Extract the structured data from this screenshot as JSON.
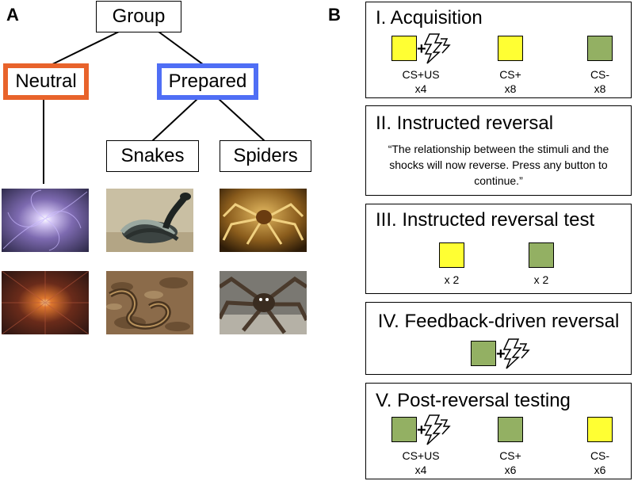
{
  "panel_a": {
    "letter": "A",
    "nodes": {
      "group": "Group",
      "neutral": "Neutral",
      "prepared": "Prepared",
      "snakes": "Snakes",
      "spiders": "Spiders"
    },
    "colors": {
      "neutral_border": "#e8632b",
      "prepared_border": "#4f6ef5"
    },
    "images": [
      "fractal-spiral",
      "fractal-burst",
      "snake-coiled",
      "snake-on-leaves",
      "spider-gold",
      "spider-brown"
    ]
  },
  "panel_b": {
    "letter": "B",
    "phases": [
      {
        "title": "I. Acquisition",
        "items": [
          {
            "stimulus": "yellow",
            "shock": true,
            "label1": "CS+US",
            "label2": "x4"
          },
          {
            "stimulus": "yellow",
            "shock": false,
            "label1": "CS+",
            "label2": "x8"
          },
          {
            "stimulus": "green",
            "shock": false,
            "label1": "CS-",
            "label2": "x8"
          }
        ]
      },
      {
        "title": "II. Instructed reversal",
        "quote": "“The relationship between the stimuli and the shocks will now reverse. Press any button to continue.”"
      },
      {
        "title": "III. Instructed reversal test",
        "items": [
          {
            "stimulus": "yellow",
            "label": "x 2"
          },
          {
            "stimulus": "green",
            "label": "x 2"
          }
        ]
      },
      {
        "title": "IV. Feedback-driven reversal",
        "items": [
          {
            "stimulus": "green",
            "shock": true
          }
        ]
      },
      {
        "title": "V. Post-reversal testing",
        "items": [
          {
            "stimulus": "green",
            "shock": true,
            "label1": "CS+US",
            "label2": "x4"
          },
          {
            "stimulus": "green",
            "shock": false,
            "label1": "CS+",
            "label2": "x6"
          },
          {
            "stimulus": "yellow",
            "shock": false,
            "label1": "CS-",
            "label2": "x6"
          }
        ]
      }
    ],
    "colors": {
      "cs_yellow": "#ffff33",
      "cs_green": "#93b063"
    },
    "plus_sign": "+"
  }
}
